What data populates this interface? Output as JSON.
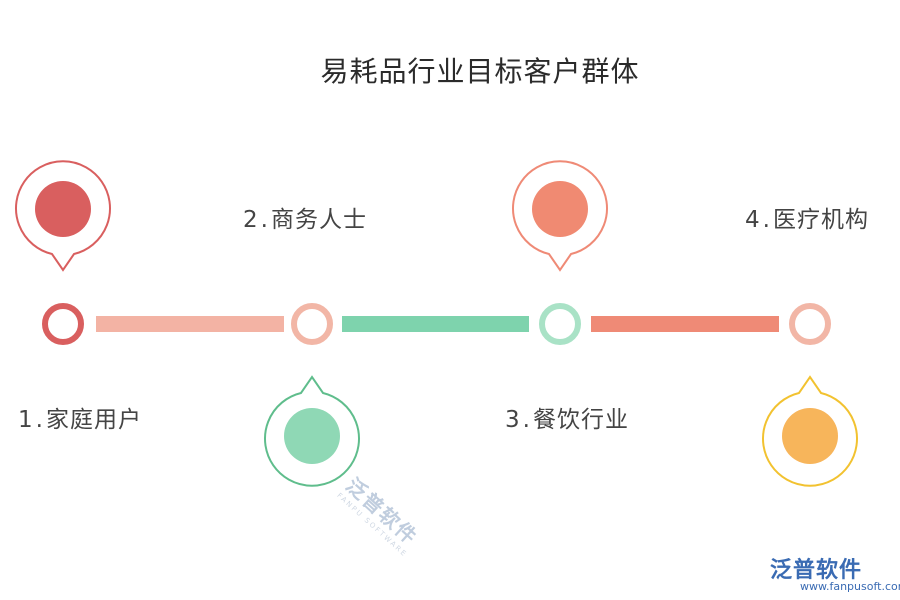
{
  "title": "易耗品行业目标客户群体",
  "items": [
    {
      "num": "1.",
      "label": "家庭用户",
      "color": "#d95f5f"
    },
    {
      "num": "2.",
      "label": "商务人士",
      "color": "#f2b6a6"
    },
    {
      "num": "3.",
      "label": "餐饮行业",
      "color": "#f08a72"
    },
    {
      "num": "4.",
      "label": "医疗机构",
      "color": "#f7b55b"
    }
  ],
  "colors": {
    "green": "#8fd8b5",
    "green_ring": "#5fbd8c",
    "green_bar": "#7ed3ad",
    "salmon_bar": "#f3b3a4",
    "coral_bar": "#ef8a76",
    "yellow_ring": "#f2c230"
  },
  "watermark": {
    "text": "泛普软件",
    "sub": "FANPU SOFTWARE"
  },
  "brand": {
    "name": "泛普软件",
    "url": "www.fanpusoft.com"
  }
}
